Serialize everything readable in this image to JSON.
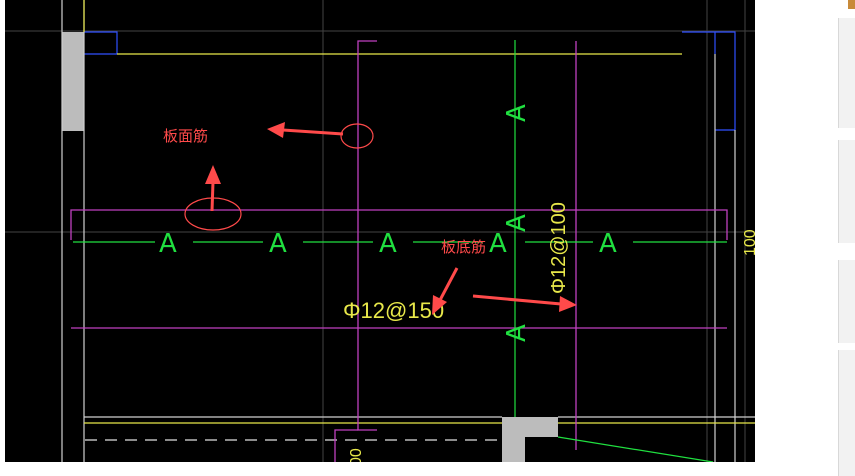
{
  "drawing": {
    "annotations": {
      "top_rebar_label": "板面筋",
      "bottom_rebar_label": "板底筋"
    },
    "dimensions": {
      "horizontal_spacing": "Φ12@150",
      "vertical_spacing": "Φ12@100",
      "edge_number": "100",
      "bottom_number": "00"
    },
    "axis_marks": {
      "letter": "A"
    }
  },
  "colors": {
    "background": "#000000",
    "magenta": "#c040c0",
    "green": "#20e040",
    "yellow": "#e8e84a",
    "blue": "#3050ff",
    "red": "#ff4a4a",
    "gray": "#bcbcbc"
  }
}
